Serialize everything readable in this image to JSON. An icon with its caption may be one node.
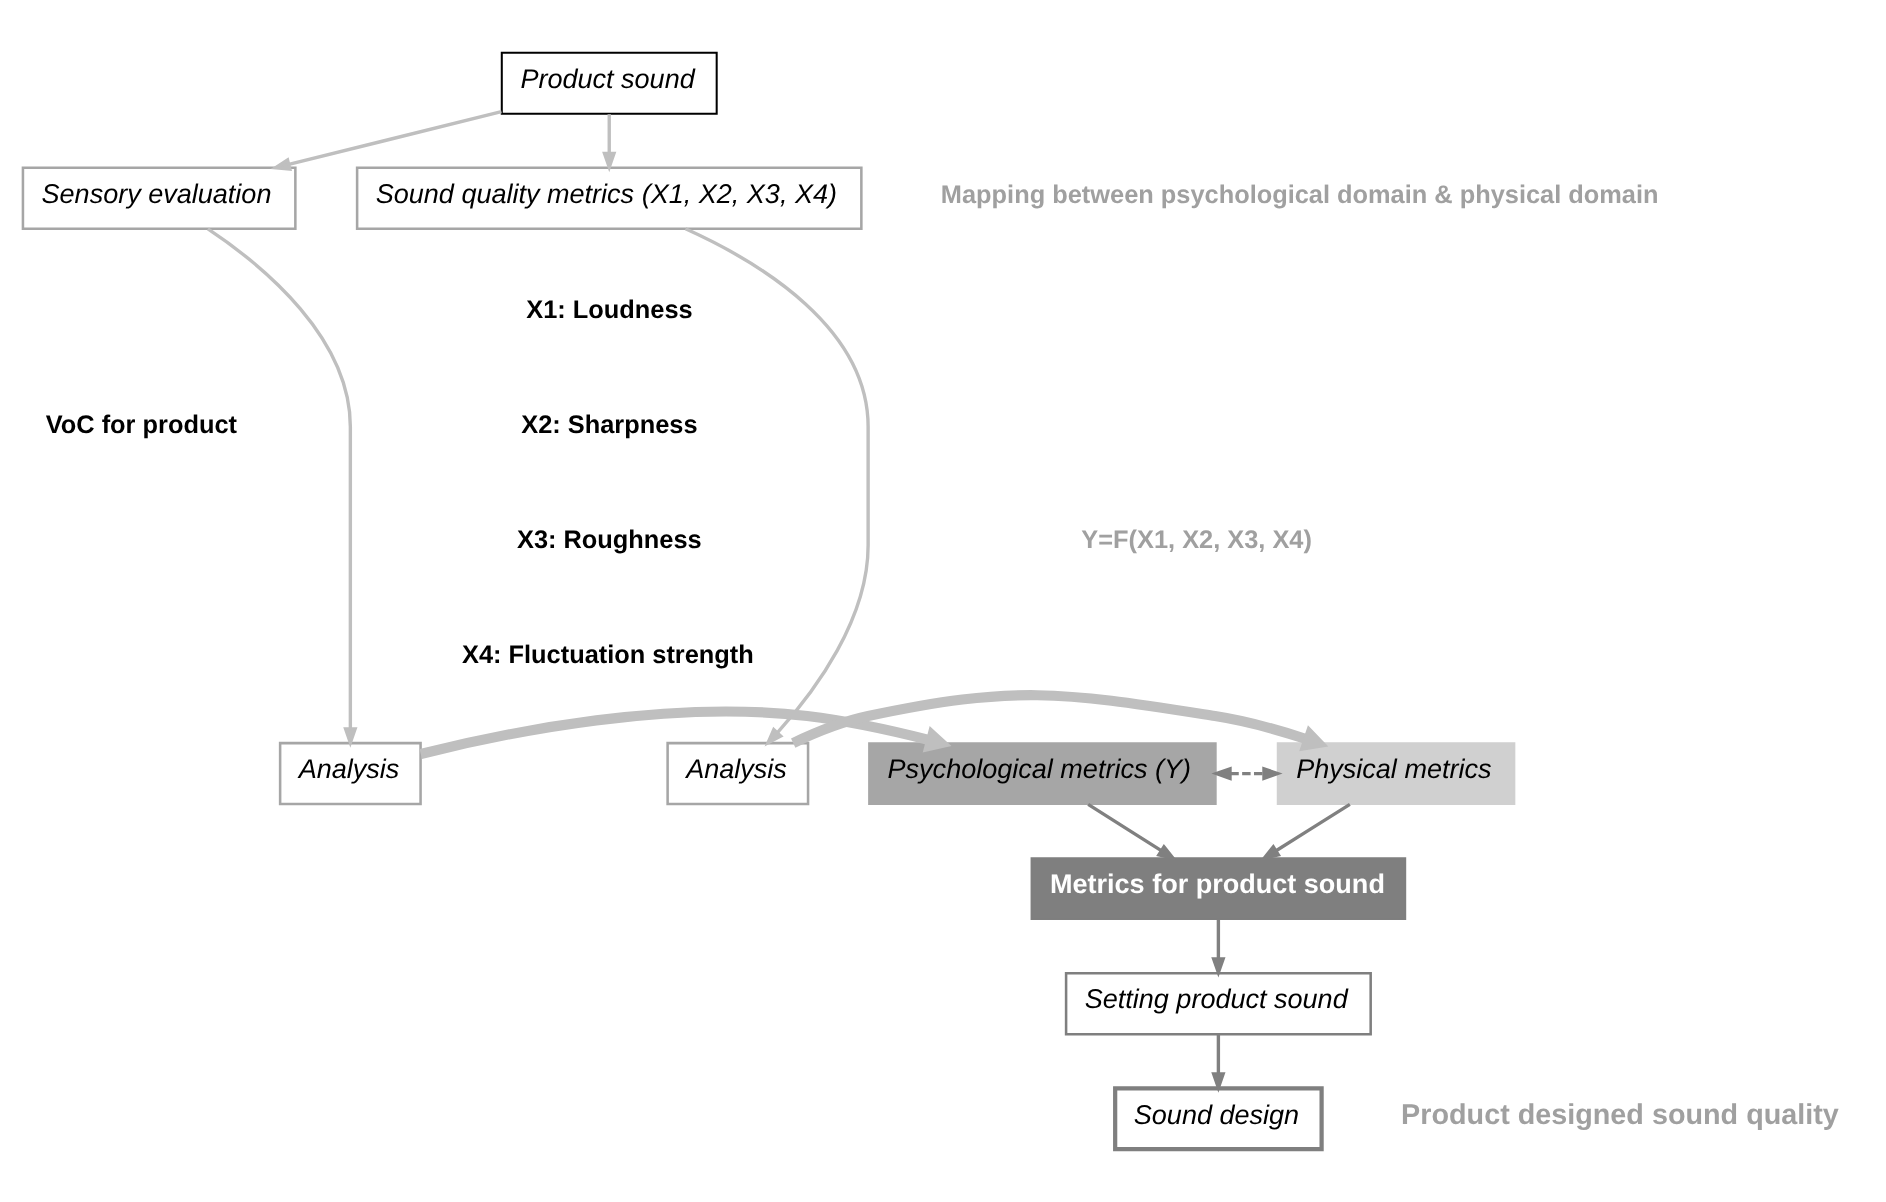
{
  "diagram": {
    "nodes": [
      {
        "text": [
          "Product sound"
        ]
      },
      {
        "text": [
          "Sensory evaluation"
        ]
      },
      {
        "text": [
          "Sound quality metrics (X1, X2, X3, X4)"
        ]
      },
      {
        "text": [
          "Analysis"
        ]
      },
      {
        "text": [
          "Psychological metrics (Y)"
        ]
      },
      {
        "text": [
          "Physical metrics"
        ]
      },
      {
        "text": [
          "Analysis"
        ]
      },
      {
        "text": [
          "Metrics for product sound"
        ]
      },
      {
        "text": [
          "Setting product sound"
        ]
      },
      {
        "text": [
          "Sound design"
        ],
        "beside": [
          "Product designed sound quality"
        ]
      }
    ],
    "edges": [
      {
        "from": 0,
        "to": 1,
        "arrow": "to"
      },
      {
        "from": 0,
        "to": 2,
        "arrow": "to"
      },
      {
        "from": 1,
        "to": 3,
        "arrow": "to"
      },
      {
        "from": 2,
        "to": 6,
        "arrow": "to"
      },
      {
        "from": 3,
        "to": 4,
        "arrow": "to",
        "style": "thick"
      },
      {
        "from": 6,
        "to": 5,
        "arrow": "to",
        "style": "thick"
      },
      {
        "from": 4,
        "to": 5,
        "arrow": "both",
        "style": "dashed",
        "color": "#808080"
      },
      {
        "from": 4,
        "to": 7,
        "arrow": "to",
        "color": "#808080"
      },
      {
        "from": 5,
        "to": 7,
        "arrow": "to",
        "color": "#808080"
      },
      {
        "from": 7,
        "to": 8,
        "arrow": "to",
        "color": "#808080"
      },
      {
        "from": 8,
        "to": 9,
        "arrow": "to",
        "color": "#808080"
      }
    ],
    "labels": [
      "VoC for product",
      "Mapping between psychological domain & physical domain",
      "Y=F(X1, X2, X3, X4)",
      "X1: Loudness",
      "X2: Sharpness",
      "X3: Roughness",
      "X4: Fluctuation strength"
    ]
  }
}
